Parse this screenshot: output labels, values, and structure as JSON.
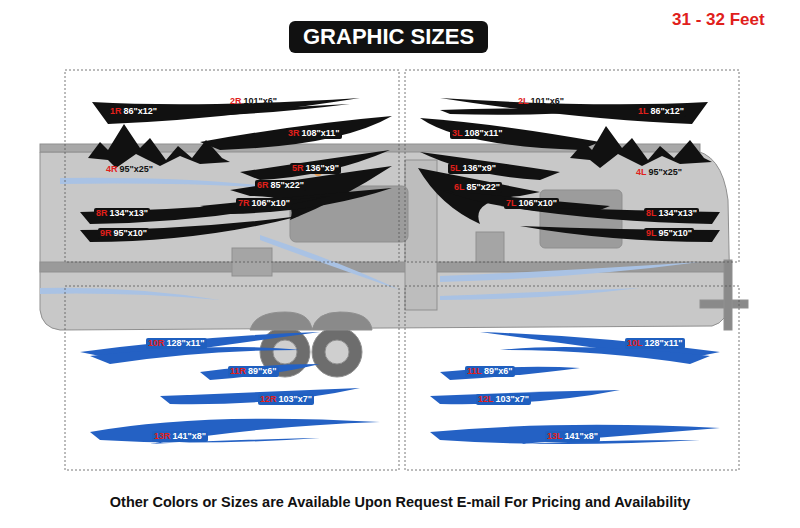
{
  "diagram": {
    "title": "GRAPHIC SIZES",
    "caption": "Other Colors or Sizes are Available Upon Request E-mail For Pricing and Availability",
    "labels": [
      "31 - 32 Feet",
      "1R",
      "86\"x12\"",
      "2R",
      "101\"x6\"",
      "3R",
      "108\"x11\"",
      "4R",
      "95\"x25\"",
      "5R",
      "136\"x9\"",
      "6R",
      "85\"x22\"",
      "7R",
      "106\"x10\"",
      "8R",
      "134\"x13\"",
      "9R",
      "95\"x10\"",
      "10R",
      "128\"x11\"",
      "11R",
      "89\"x6\"",
      "12R",
      "103\"x7\"",
      "13R",
      "141\"x8\"",
      "2L",
      "101\"x6\"",
      "1L",
      "86\"x12\"",
      "3L",
      "108\"x11\"",
      "4L",
      "95\"x25\"",
      "5L",
      "136\"x9\"",
      "6L",
      "85\"x22\"",
      "7L",
      "106\"x10\"",
      "8L",
      "134\"x13\"",
      "9L",
      "95\"x10\"",
      "10L",
      "128\"x11\"",
      "11L",
      "89\"x6\"",
      "12L",
      "103\"x7\"",
      "13L",
      "141\"x8\""
    ]
  }
}
